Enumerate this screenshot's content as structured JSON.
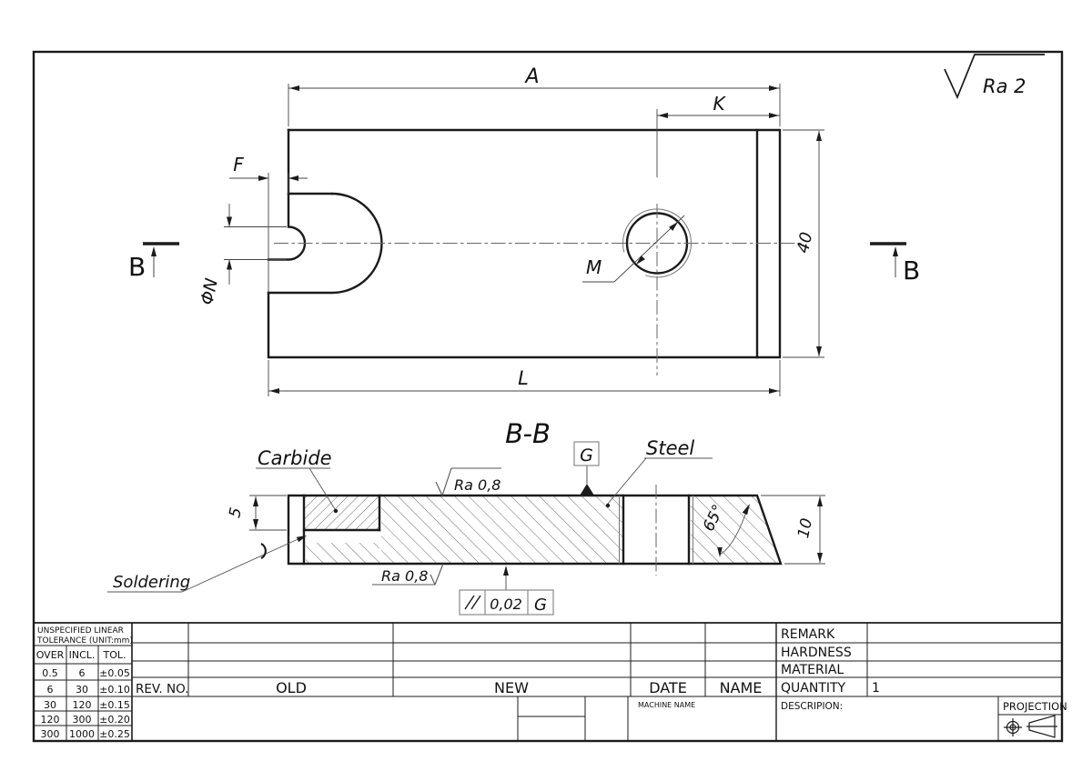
{
  "drawing": {
    "surface_finish_general": "Ra 2",
    "top_view": {
      "dim_a": "A",
      "dim_k": "K",
      "dim_f": "F",
      "dim_phin": "ΦN",
      "dim_l": "L",
      "dim_40": "40",
      "thread_label": "M",
      "section_letter_left": "B",
      "section_letter_right": "B"
    },
    "section_view": {
      "title": "B-B",
      "carbide_label": "Carbide",
      "steel_label": "Steel",
      "soldering_label": "Soldering",
      "datum_label": "G",
      "ra_top": "Ra 0,8",
      "ra_bottom": "Ra 0,8",
      "angle_65": "65°",
      "dim_10": "10",
      "dim_5": "5",
      "flatness_value": "0,02",
      "flatness_datum": "G"
    },
    "line_color": "#1b1b1b"
  },
  "title_block": {
    "tolerance_table": {
      "header_line1": "UNSPECIFIED LINEAR",
      "header_line2": "TOLERANCE (UNIT:mm)",
      "columns": [
        "OVER",
        "INCL.",
        "TOL."
      ],
      "rows": [
        [
          "0.5",
          "6",
          "±0.05"
        ],
        [
          "6",
          "30",
          "±0.10"
        ],
        [
          "30",
          "120",
          "±0.15"
        ],
        [
          "120",
          "300",
          "±0.20"
        ],
        [
          "300",
          "1000",
          "±0.25"
        ]
      ]
    },
    "revision_row": {
      "rev_no": "REV. NO.",
      "old": "OLD",
      "new": "NEW",
      "date": "DATE",
      "name": "NAME"
    },
    "info": {
      "remark_label": "REMARK",
      "hardness_label": "HARDNESS",
      "material_label": "MATERIAL",
      "quantity_label": "QUANTITY",
      "quantity_value": "1"
    },
    "machine_name_label": "MACHINE NAME",
    "description_label": "DESCRIPION:",
    "projection_label": "PROJECTION"
  }
}
